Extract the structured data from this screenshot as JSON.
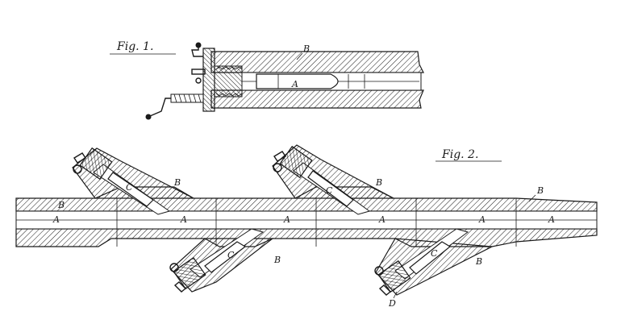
{
  "figures": {
    "fig1": {
      "title": "Fig. 1.",
      "labels": {
        "barrel": "B",
        "bore": "A"
      }
    },
    "fig2": {
      "title": "Fig. 2.",
      "labels": {
        "barrel_left": "B",
        "bore_left": "A",
        "branch_ul_barrel": "B",
        "branch_ul_chamber": "C",
        "bore_2": "A",
        "bore_3": "A",
        "branch_ur_barrel": "B",
        "branch_ur_chamber": "C",
        "bore_4": "A",
        "bore_5": "A",
        "bore_6": "A",
        "barrel_right": "B",
        "branch_ll_chamber": "C",
        "branch_ll_barrel": "B",
        "branch_lr_chamber": "C",
        "branch_lr_barrel": "B",
        "breech_lr": "D"
      }
    }
  }
}
